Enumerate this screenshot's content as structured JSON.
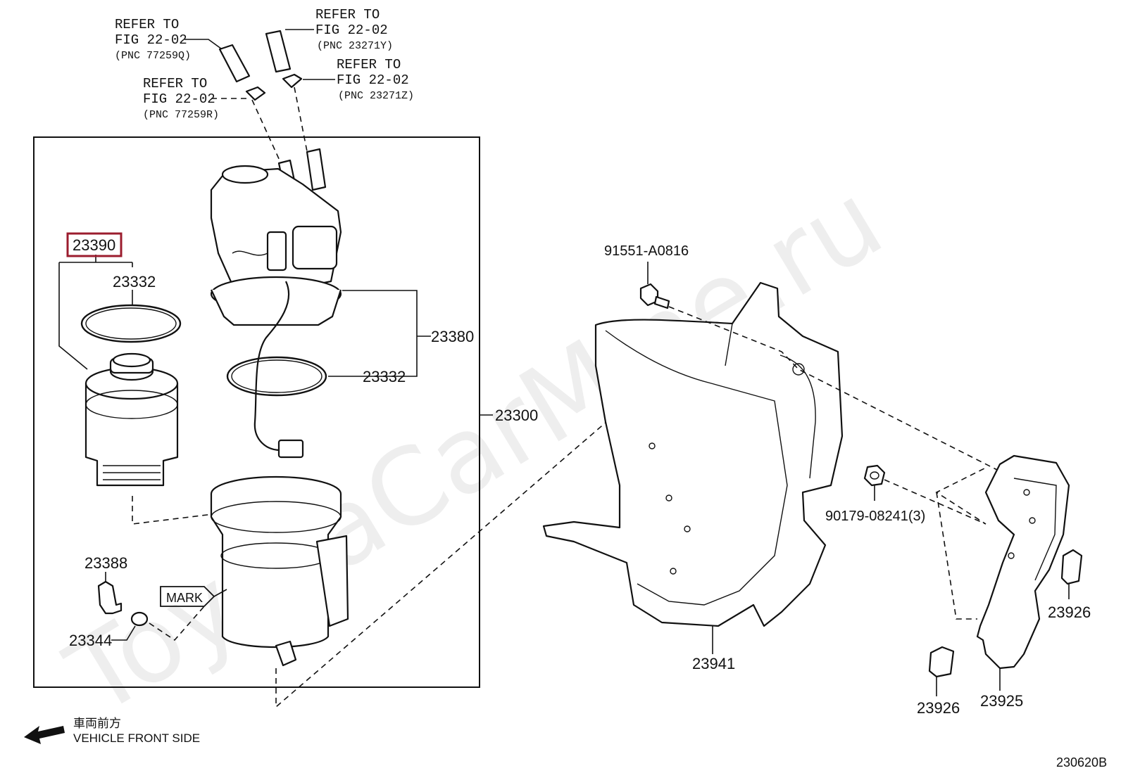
{
  "watermark": "ToyotaCarMine.ru",
  "refs": [
    {
      "line1": "REFER TO",
      "line2": "FIG 22-02",
      "pnc": "(PNC 77259Q)"
    },
    {
      "line1": "REFER TO",
      "line2": "FIG 22-02",
      "pnc": "(PNC 23271Y)"
    },
    {
      "line1": "REFER TO",
      "line2": "FIG 22-02",
      "pnc": "(PNC 77259R)"
    },
    {
      "line1": "REFER TO",
      "line2": "FIG 22-02",
      "pnc": "(PNC 23271Z)"
    }
  ],
  "parts": {
    "p23390": "23390",
    "p23332a": "23332",
    "p23332b": "23332",
    "p23380": "23380",
    "p23300": "23300",
    "p23388": "23388",
    "p23344": "23344",
    "mark": "MARK",
    "p91551": "91551-A0816",
    "p90179": "90179-08241(3)",
    "p23941": "23941",
    "p23926a": "23926",
    "p23926b": "23926",
    "p23925": "23925"
  },
  "orientation": {
    "jp": "車両前方",
    "en": "VEHICLE FRONT SIDE"
  },
  "figure_code": "230620B",
  "colors": {
    "highlight": "#9b1c2e",
    "ink": "#111111"
  }
}
